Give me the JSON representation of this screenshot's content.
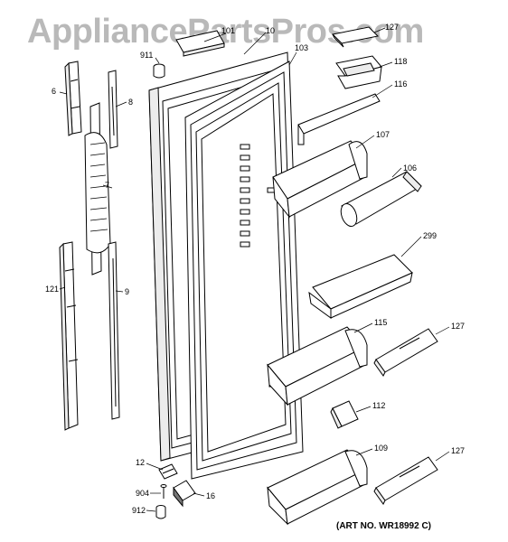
{
  "watermark": "AppliancePartsPros.com",
  "art_number": "(ART NO. WR18992 C)",
  "callouts": {
    "c101": "101",
    "c10": "10",
    "c103": "103",
    "c127a": "127",
    "c911": "911",
    "c118": "118",
    "c116": "116",
    "c6": "6",
    "c8": "8",
    "c107": "107",
    "c106": "106",
    "c7": "7",
    "c299": "299",
    "c121": "121",
    "c9": "9",
    "c115": "115",
    "c127b": "127",
    "c112": "112",
    "c109": "109",
    "c127c": "127",
    "c12": "12",
    "c904": "904",
    "c16": "16",
    "c912": "912"
  }
}
